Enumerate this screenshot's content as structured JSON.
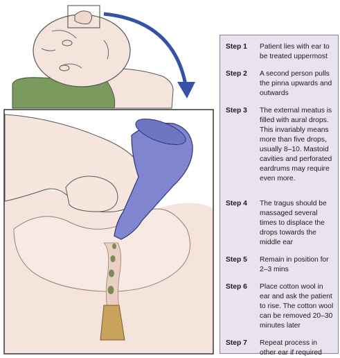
{
  "steps": [
    {
      "label": "Step 1",
      "text": "Patient lies with ear to be treated uppermost"
    },
    {
      "label": "Step 2",
      "text": "A second person pulls the pinna upwards and outwards"
    },
    {
      "label": "Step 3",
      "text": "The external meatus is filled with aural drops. This invariably means more than five drops, usually 8–10. Mastoid cavities and perforated eardrums may require even more."
    },
    {
      "label": "Step 4",
      "text": "The tragus should be massaged several times to displace the drops towards the middle ear"
    },
    {
      "label": "Step 5",
      "text": "Remain in position for 2–3 mins"
    },
    {
      "label": "Step 6",
      "text": "Place cotton wool in ear and ask the patient to rise. The cotton wool can be removed 20–30 minutes later"
    },
    {
      "label": "Step 7",
      "text": "Repeat process in other ear if required"
    }
  ],
  "colors": {
    "panel": "#e9e3ef",
    "arrow": "#3552a6",
    "dropper": "#7f86cf",
    "drops": "#7d8a56",
    "skin": "#f4e4dc",
    "pillow": "#7a9b5d"
  }
}
